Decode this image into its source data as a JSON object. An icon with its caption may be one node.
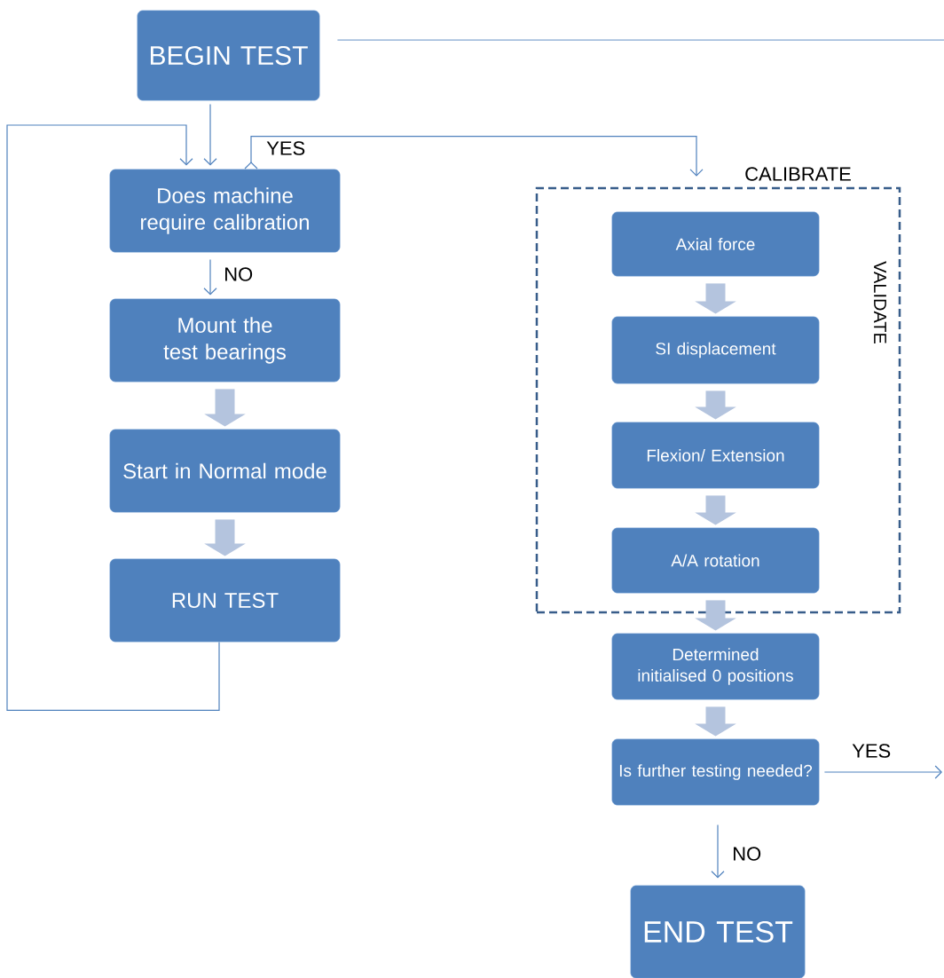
{
  "diagram": {
    "nodes": [
      {
        "text": [
          "BEGIN TEST"
        ]
      },
      {
        "text": [
          "Does machine require calibration"
        ]
      },
      {
        "text": [
          "Mount the test bearings"
        ]
      },
      {
        "text": [
          "Start in Normal mode"
        ]
      },
      {
        "text": [
          "RUN TEST"
        ]
      },
      {
        "text": [
          "CALIBRATE",
          "VALIDATE"
        ]
      },
      {
        "text": [
          "Axial force"
        ],
        "in": 5
      },
      {
        "text": [
          "SI displacement"
        ],
        "in": 5
      },
      {
        "text": [
          "Flexion/ Extension"
        ],
        "in": 5
      },
      {
        "text": [
          "A/A rotation"
        ],
        "in": 5
      },
      {
        "text": [
          "Determined initialised 0 positions"
        ]
      },
      {
        "text": [
          "Is further testing needed?"
        ]
      },
      {
        "text": [
          "END TEST"
        ]
      }
    ],
    "edges": [
      {
        "from": 0,
        "to": 1,
        "arrow": "to"
      },
      {
        "from": 4,
        "to": 1,
        "arrow": "to"
      },
      {
        "from": 1,
        "to": 5,
        "arrow": "to",
        "label": "YES"
      },
      {
        "from": 1,
        "to": 2,
        "arrow": "to",
        "label": "NO"
      },
      {
        "from": 2,
        "to": 3,
        "arrow": "to",
        "style": "thick",
        "color": "#b4c4de"
      },
      {
        "from": 3,
        "to": 4,
        "arrow": "to",
        "style": "thick",
        "color": "#b4c4de"
      },
      {
        "from": 6,
        "to": 7,
        "arrow": "to",
        "style": "thick",
        "color": "#b4c4de"
      },
      {
        "from": 7,
        "to": 8,
        "arrow": "to",
        "style": "thick",
        "color": "#b4c4de"
      },
      {
        "from": 8,
        "to": 9,
        "arrow": "to",
        "style": "thick",
        "color": "#b4c4de"
      },
      {
        "from": 9,
        "to": 10,
        "arrow": "to",
        "style": "thick",
        "color": "#b4c4de"
      },
      {
        "from": 10,
        "to": 11,
        "arrow": "to",
        "style": "thick",
        "color": "#b4c4de"
      },
      {
        "from": 11,
        "to": 12,
        "arrow": "to",
        "label": "NO"
      },
      {
        "from": 11,
        "to": null,
        "arrow": "to",
        "label": "YES"
      },
      {
        "from": 0,
        "to": null,
        "arrow": "none"
      }
    ]
  }
}
